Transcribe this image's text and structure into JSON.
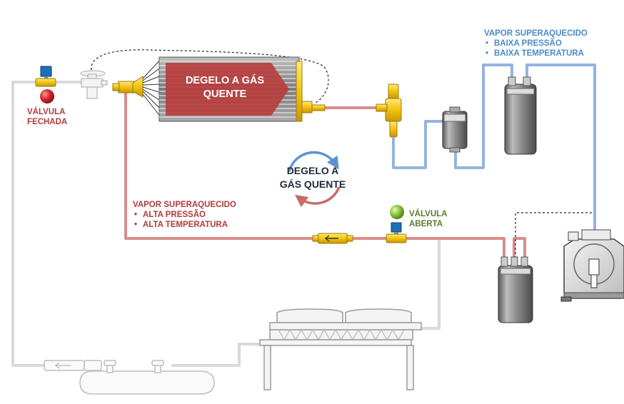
{
  "labels": {
    "closed_valve": [
      "VÁLVULA",
      "FECHADA"
    ],
    "open_valve": [
      "VÁLVULA",
      "ABERTA"
    ],
    "coil_title": [
      "DEGELO A GÁS",
      "QUENTE"
    ],
    "cycle_title": [
      "DEGELO A",
      "GÁS QUENTE"
    ],
    "low_side": {
      "title": "VAPOR SUPERAQUECIDO",
      "bullets": [
        "BAIXA PRESSÃO",
        "BAIXA TEMPERATURA"
      ]
    },
    "high_side": {
      "title": "VAPOR SUPERAQUECIDO",
      "bullets": [
        "ALTA PRESSÃO",
        "ALTA TEMPERATURA"
      ]
    }
  },
  "colors": {
    "hot_line": "#d98c8c",
    "cold_line": "#94b4dc",
    "idle_line": "#d9d9d9",
    "valve_yellow": "#f2c30f",
    "valve_closed": "#d32a2a",
    "valve_open": "#8cc63f",
    "coil_arrow": "#b83c3c",
    "text_red": "#b03a3a",
    "text_blue": "#4a8ac9",
    "text_green": "#5d7a2a"
  },
  "icons": {
    "closed_indicator": "red-ball-icon",
    "open_indicator": "green-ball-icon",
    "cycle": "circular-arrows-icon",
    "flow_direction": "left-arrow-icon"
  }
}
